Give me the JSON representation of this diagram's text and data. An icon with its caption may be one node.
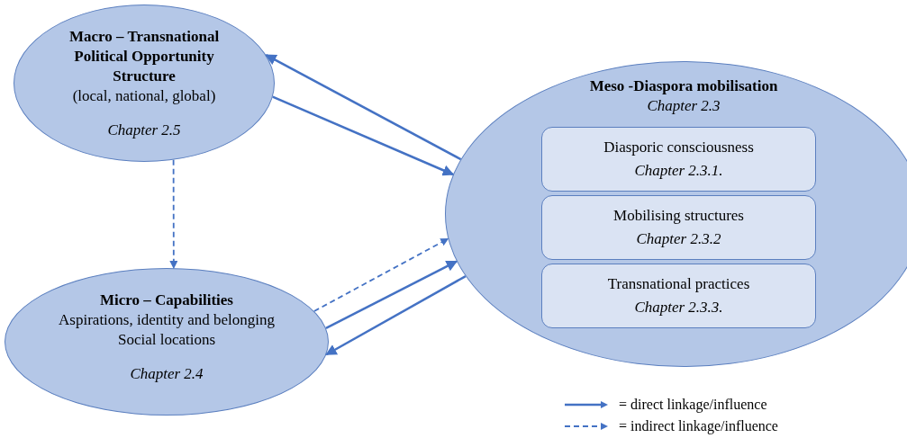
{
  "diagram": {
    "nodes": [
      {
        "text": [
          "Macro – Transnational Political Opportunity Structure",
          "(local, national, global)",
          "Chapter 2.5"
        ]
      },
      {
        "text": [
          "Meso -Diaspora mobilisation",
          "Chapter 2.3"
        ]
      },
      {
        "text": [
          "Diasporic consciousness",
          "Chapter 2.3.1."
        ],
        "in": 1
      },
      {
        "text": [
          "Mobilising structures",
          "Chapter 2.3.2"
        ],
        "in": 1
      },
      {
        "text": [
          "Transnational practices",
          "Chapter 2.3.3."
        ],
        "in": 1
      },
      {
        "text": [
          "Micro – Capabilities",
          "Aspirations, identity and belonging",
          "Social locations",
          "Chapter 2.4"
        ]
      }
    ],
    "edges": [
      {
        "from": 1,
        "to": 0,
        "arrow": "to"
      },
      {
        "from": 0,
        "to": 1,
        "arrow": "to"
      },
      {
        "from": 0,
        "to": 5,
        "arrow": "to",
        "style": "dashed"
      },
      {
        "from": 5,
        "to": 1,
        "arrow": "to",
        "style": "dashed"
      },
      {
        "from": 5,
        "to": 1,
        "arrow": "to"
      },
      {
        "from": 1,
        "to": 5,
        "arrow": "to"
      }
    ],
    "legend": [
      {
        "text": "= direct linkage/influence"
      },
      {
        "text": "= indirect linkage/influence"
      }
    ]
  }
}
